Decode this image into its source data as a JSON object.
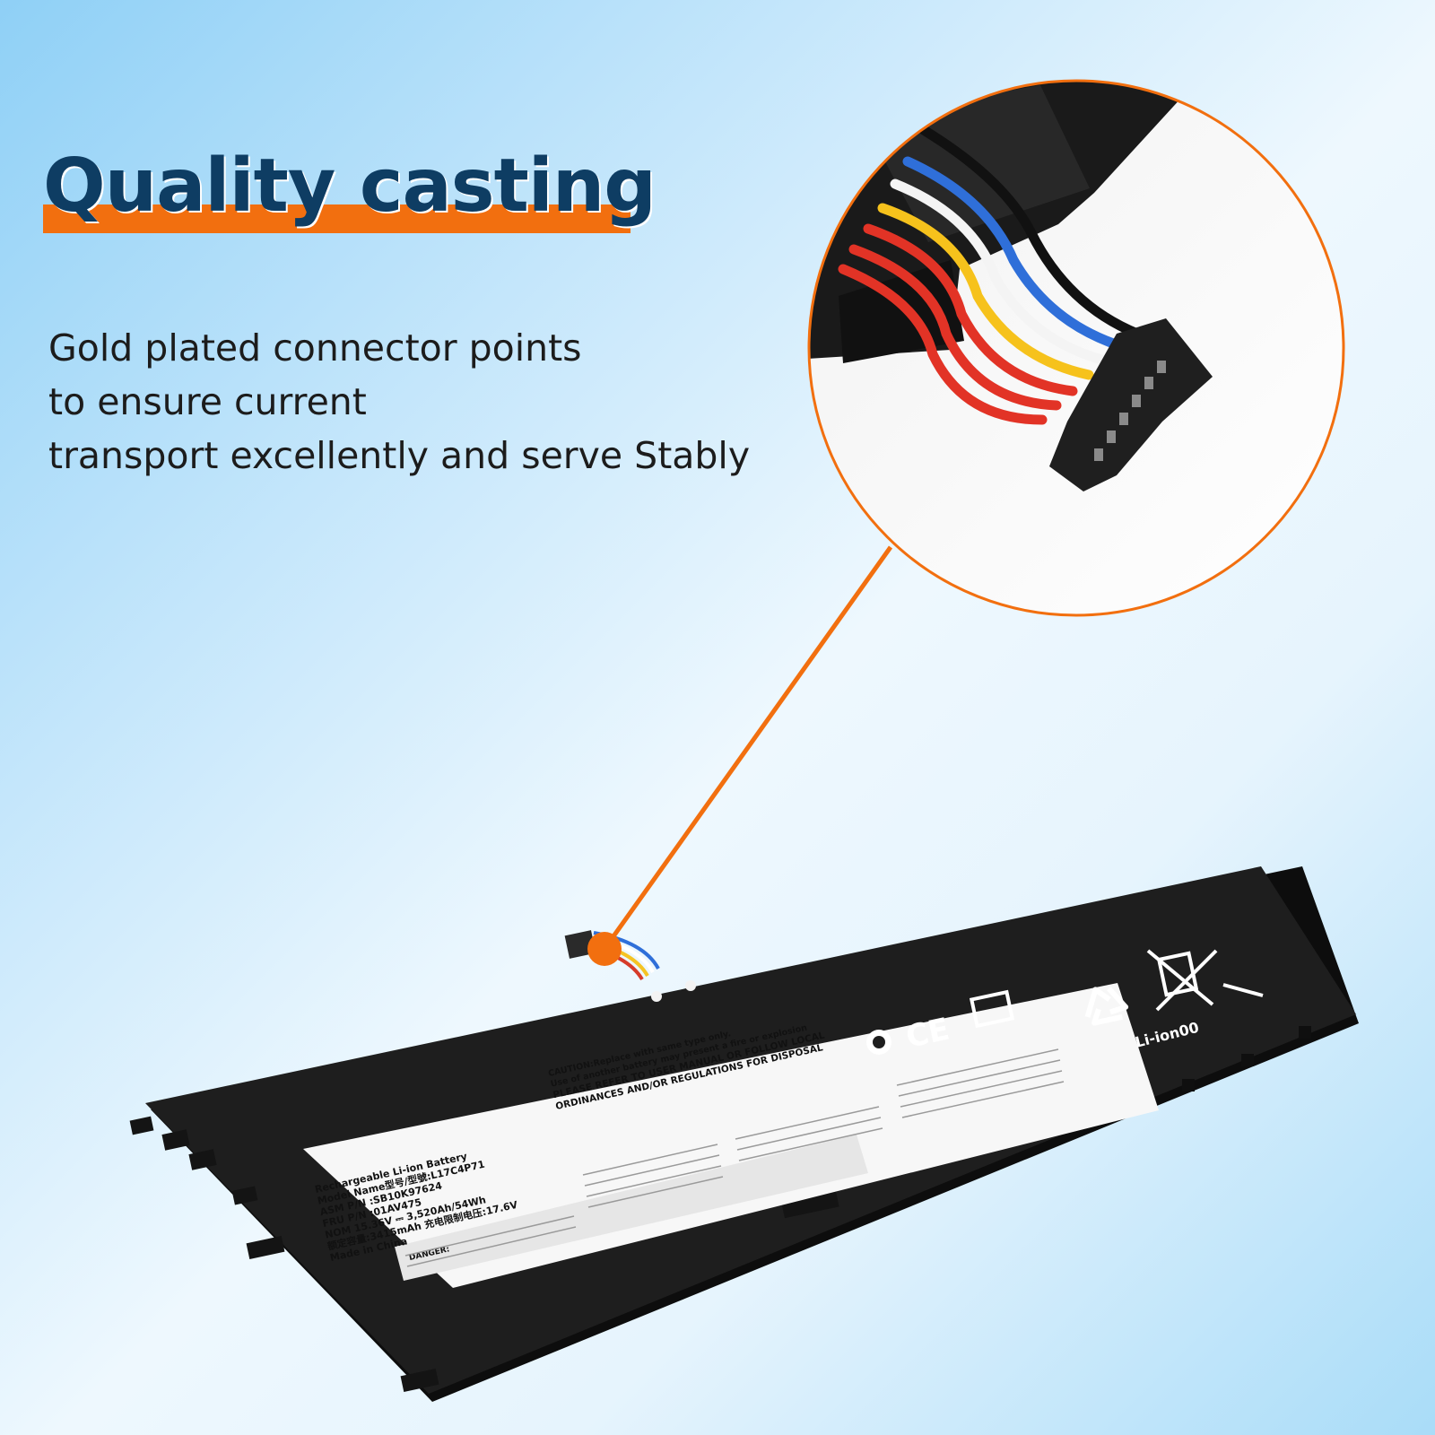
{
  "heading": {
    "text": "Quality casting"
  },
  "description": {
    "lines": [
      "Gold plated connector points",
      "to ensure current",
      "transport excellently and serve Stably"
    ]
  },
  "battery_label": {
    "info_lines": [
      "Rechargeable Li-ion Battery",
      "Model Name型号/型號:L17C4P71",
      "ASM P/N        :SB10K97624",
      "FRU P/N        :01AV475",
      "NOM 15.36V ⎓ 3,520Ah/54Wh",
      "额定容量:3415mAh  充电限制电压:17.6V",
      "Made in China"
    ],
    "caution_lines": [
      "CAUTION:Replace with same type only.",
      "Use of another battery may present a fire or explosion",
      "PLEASE REFER TO USER MANUAL OR FOLLOW LOCAL",
      "ORDINANCES AND/OR REGULATIONS FOR DISPOSAL"
    ],
    "danger_label": "DANGER:",
    "recycle_text": "Li-ion00",
    "ce_mark": "CE"
  },
  "colors": {
    "accent_orange": "#f26f0f",
    "heading_blue": "#0e3d63",
    "battery_body": "#1c1c1c"
  },
  "icons": [
    "recycle-icon",
    "crossed-bin-icon",
    "ce-mark-icon",
    "rohs-icon"
  ]
}
